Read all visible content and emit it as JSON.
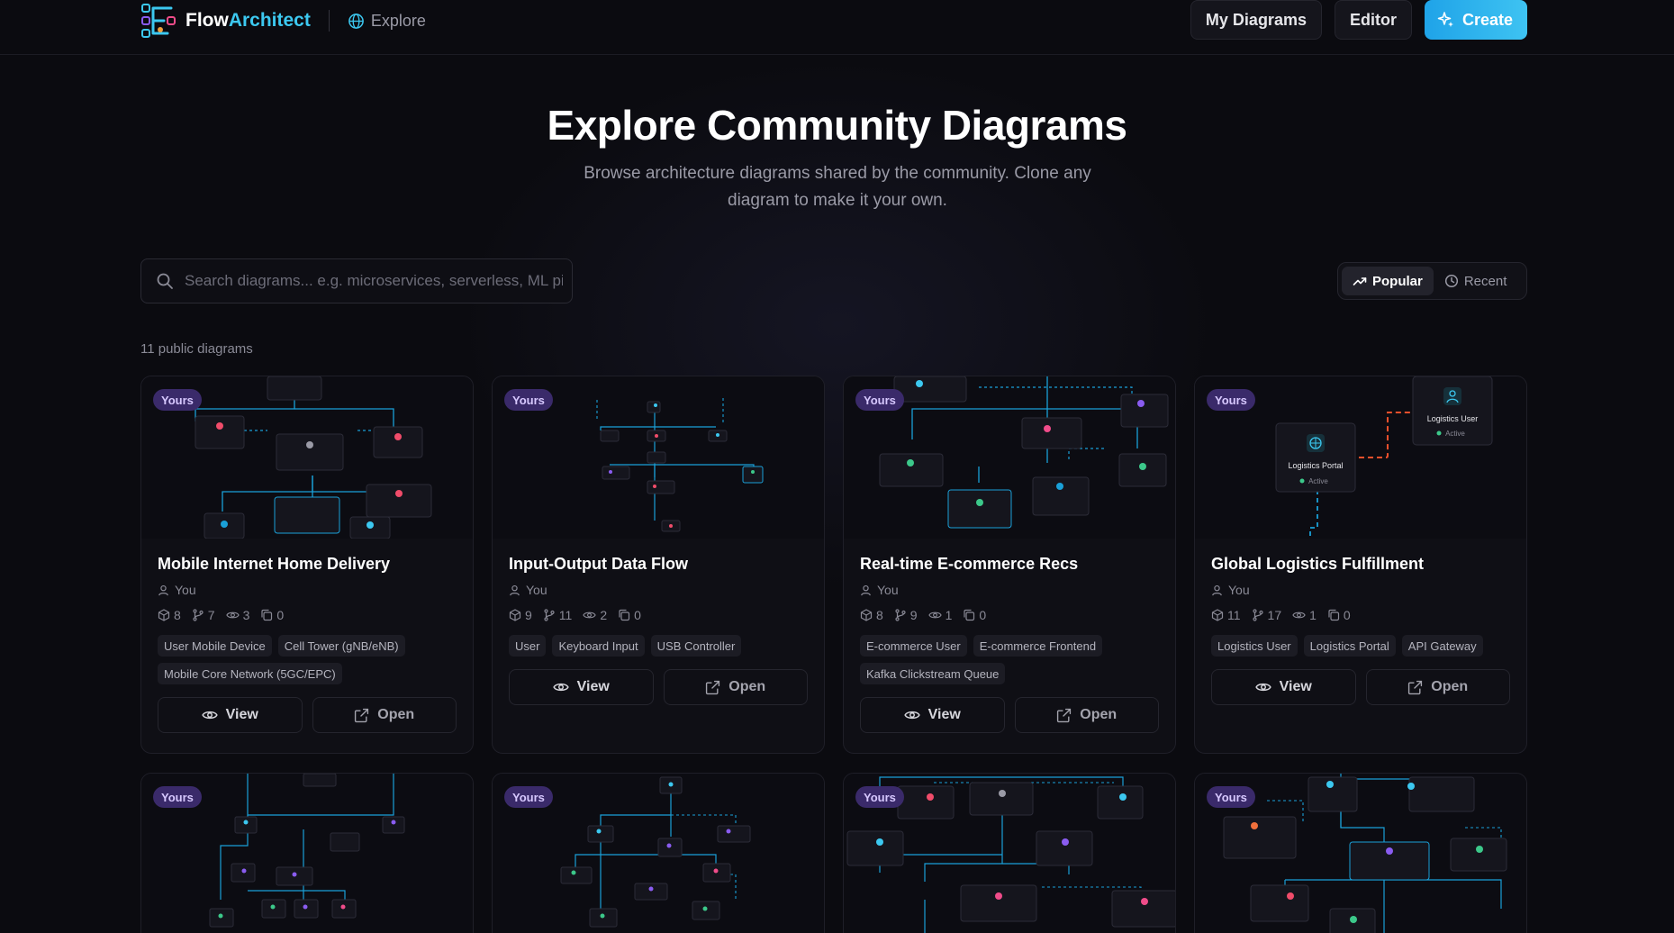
{
  "header": {
    "brand_prefix": "Flow",
    "brand_suffix": "Architect",
    "explore_label": "Explore",
    "nav": {
      "my_diagrams": "My Diagrams",
      "editor": "Editor",
      "create": "Create"
    },
    "accent_color": "#3cc8f0"
  },
  "hero": {
    "title": "Explore Community Diagrams",
    "subtitle": "Browse architecture diagrams shared by the community. Clone any diagram to make it your own."
  },
  "search": {
    "placeholder": "Search diagrams... e.g. microservices, serverless, ML pi"
  },
  "sort": {
    "popular": "Popular",
    "recent": "Recent",
    "active": "Popular"
  },
  "count_text": "11 public diagrams",
  "cards": [
    {
      "badge": "Yours",
      "title": "Mobile Internet Home Delivery",
      "author": "You",
      "stats": {
        "nodes": "8",
        "edges": "7",
        "views": "3",
        "clones": "0"
      },
      "tags": [
        "User Mobile Device",
        "Cell Tower (gNB/eNB)",
        "Mobile Core Network (5GC/EPC)"
      ],
      "view_label": "View",
      "open_label": "Open"
    },
    {
      "badge": "Yours",
      "title": "Input-Output Data Flow",
      "author": "You",
      "stats": {
        "nodes": "9",
        "edges": "11",
        "views": "2",
        "clones": "0"
      },
      "tags": [
        "User",
        "Keyboard Input",
        "USB Controller"
      ],
      "view_label": "View",
      "open_label": "Open"
    },
    {
      "badge": "Yours",
      "title": "Real-time E-commerce Recs",
      "author": "You",
      "stats": {
        "nodes": "8",
        "edges": "9",
        "views": "1",
        "clones": "0"
      },
      "tags": [
        "E-commerce User",
        "E-commerce Frontend",
        "Kafka Clickstream Queue"
      ],
      "view_label": "View",
      "open_label": "Open"
    },
    {
      "badge": "Yours",
      "title": "Global Logistics Fulfillment",
      "author": "You",
      "stats": {
        "nodes": "11",
        "edges": "17",
        "views": "1",
        "clones": "0"
      },
      "tags": [
        "Logistics User",
        "Logistics Portal",
        "API Gateway"
      ],
      "preview_nodes": [
        "Logistics User",
        "Active",
        "Logistics Portal",
        "Active"
      ],
      "view_label": "View",
      "open_label": "Open"
    },
    {
      "badge": "Yours"
    },
    {
      "badge": "Yours"
    },
    {
      "badge": "Yours"
    },
    {
      "badge": "Yours"
    }
  ]
}
